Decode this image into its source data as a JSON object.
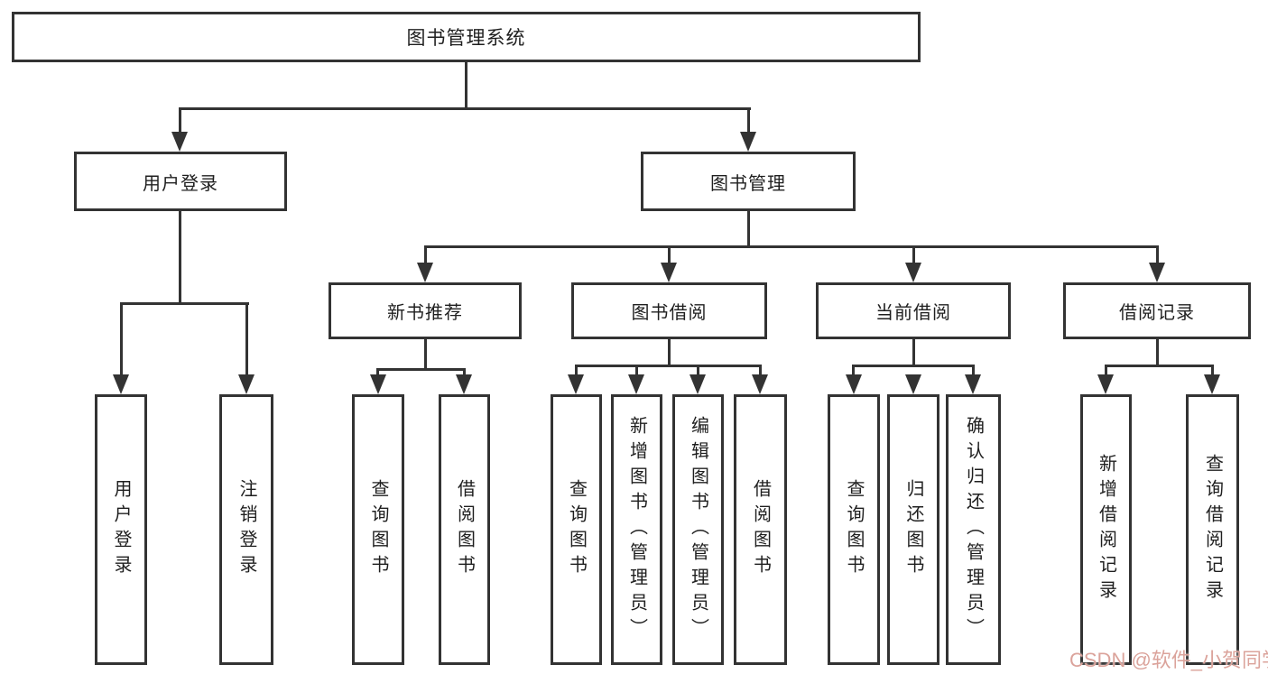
{
  "diagram": {
    "type": "tree",
    "colors": {
      "background": "#ffffff",
      "box_border": "#333333",
      "connector": "#333333",
      "text": "#1f1f1f",
      "watermark": "#dba39b"
    },
    "root": {
      "label": "图书管理系统"
    },
    "branches": [
      {
        "label": "用户登录",
        "children": [
          {
            "label": "用户登录"
          },
          {
            "label": "注销登录"
          }
        ]
      },
      {
        "label": "图书管理",
        "children": [
          {
            "label": "新书推荐",
            "children": [
              {
                "label": "查询图书"
              },
              {
                "label": "借阅图书"
              }
            ]
          },
          {
            "label": "图书借阅",
            "children": [
              {
                "label": "查询图书"
              },
              {
                "label": "新增图书（管理员）"
              },
              {
                "label": "编辑图书（管理员）"
              },
              {
                "label": "借阅图书"
              }
            ]
          },
          {
            "label": "当前借阅",
            "children": [
              {
                "label": "查询图书"
              },
              {
                "label": "归还图书"
              },
              {
                "label": "确认归还（管理员）"
              }
            ]
          },
          {
            "label": "借阅记录",
            "children": [
              {
                "label": "新增借阅记录"
              },
              {
                "label": "查询借阅记录"
              }
            ]
          }
        ]
      }
    ]
  },
  "watermark": {
    "text": "CSDN @软件_小贺同学"
  }
}
